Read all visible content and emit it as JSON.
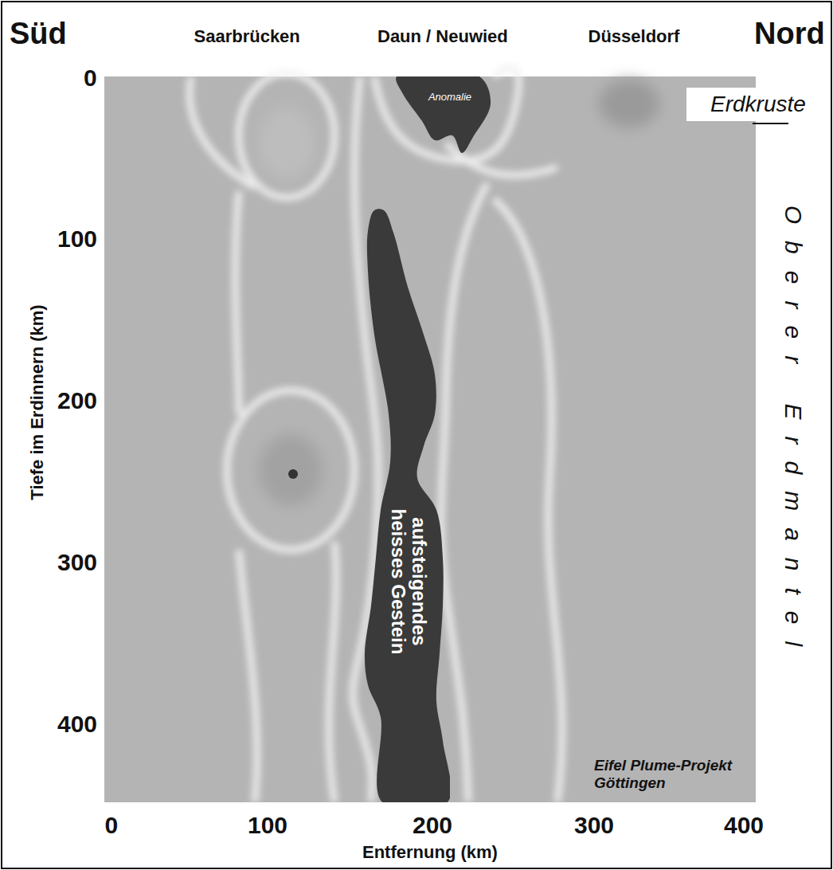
{
  "diagram": {
    "nodes": [
      {
        "text": [
          "Anomalie"
        ]
      },
      {
        "text": [
          "aufsteigendes heisses Gestein"
        ]
      }
    ],
    "labels": [
      "Süd",
      "Saarbrücken",
      "Daun / Neuwied",
      "Düsseldorf",
      "Nord",
      "Erdkruste",
      "Oberer Erdmantel",
      "Tiefe im Erdinnern (km)",
      "0",
      "100",
      "200",
      "300",
      "400",
      "0",
      "100",
      "200",
      "300",
      "400",
      "Entfernung (km)",
      "Eifel Plume-Projekt Göttingen"
    ]
  }
}
